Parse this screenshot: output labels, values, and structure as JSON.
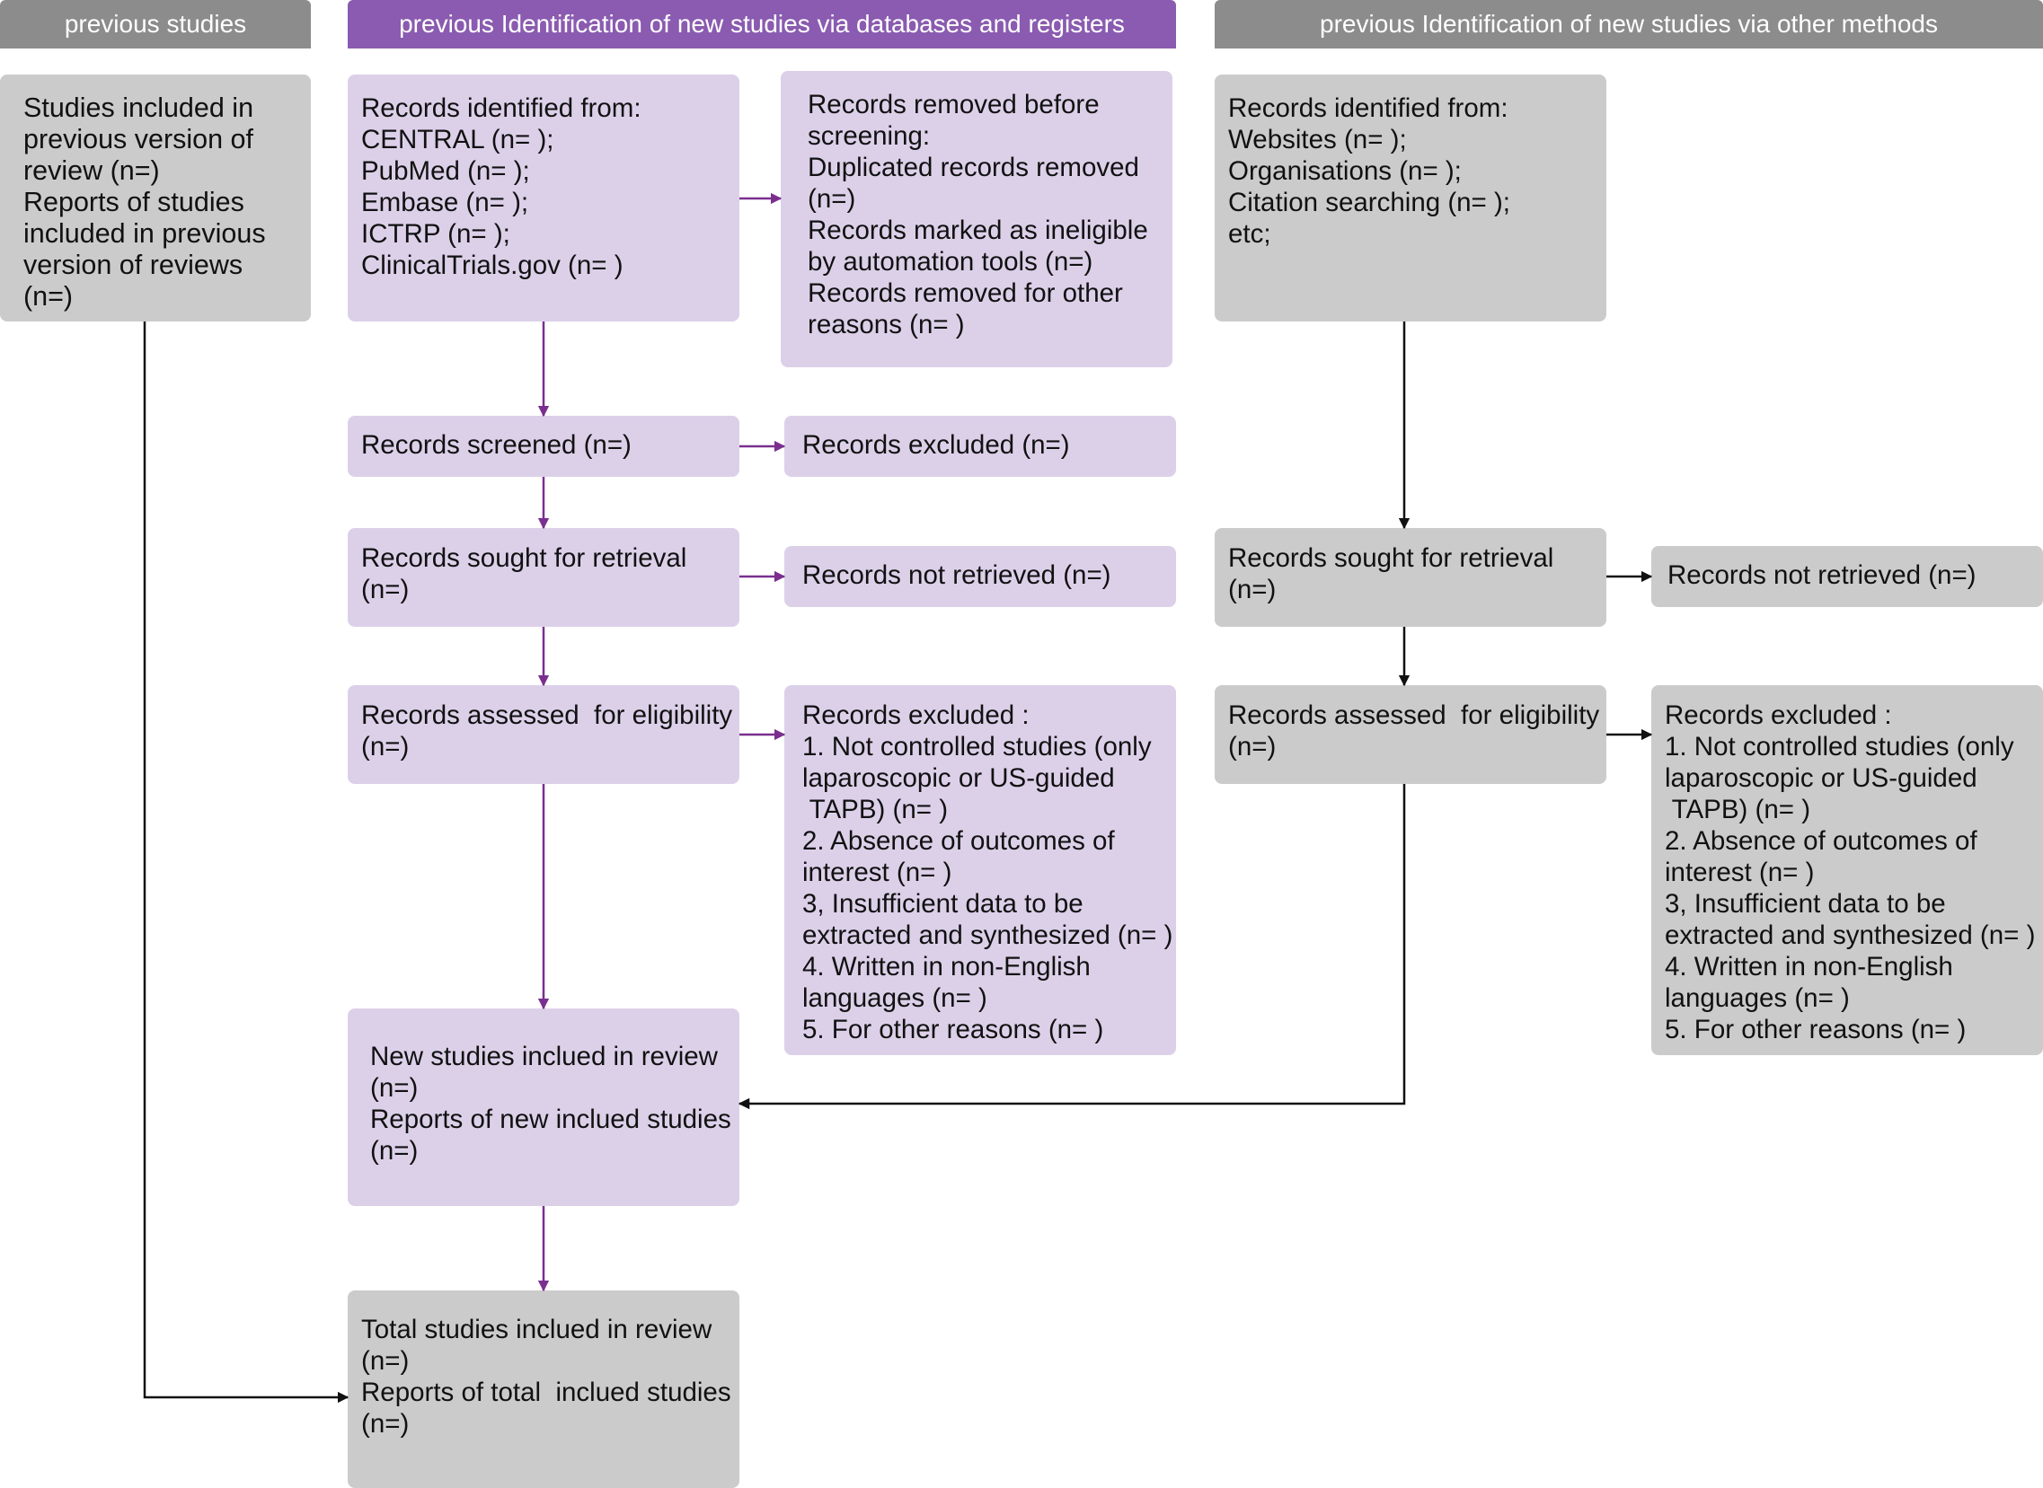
{
  "colors": {
    "header_grey": "#8c8c8c",
    "header_purple": "#8a5bb0",
    "box_purple": "#dcd0e9",
    "box_grey": "#cbcbcb",
    "arrow_purple": "#7a2f8f",
    "arrow_black": "#111111"
  },
  "headers": {
    "previous": "previous studies",
    "databases": "previous Identification of new studies via databases and registers",
    "other": "previous Identification of new studies via other methods"
  },
  "previous": {
    "included": [
      "Studies included in",
      "previous version of",
      "review (n=)",
      "Reports of studies",
      "included in previous",
      "version of reviews",
      "(n=)"
    ]
  },
  "databases": {
    "identified": [
      "Records identified from:",
      "CENTRAL (n= );",
      "PubMed (n= );",
      "Embase (n= );",
      "ICTRP (n= );",
      "ClinicalTrials.gov (n= )"
    ],
    "removed": [
      "Records removed before",
      "screening:",
      "Duplicated records removed",
      "(n=)",
      "Records marked as ineligible",
      "by automation tools (n=)",
      "Records removed for other",
      "reasons (n= )"
    ],
    "screened": [
      "Records screened (n=)"
    ],
    "excluded_screen": [
      "Records excluded (n=)"
    ],
    "sought": [
      "Records sought for retrieval",
      "(n=)"
    ],
    "not_retrieved": [
      "Records not retrieved (n=)"
    ],
    "assessed": [
      "Records assessed  for eligibility",
      "(n=)"
    ],
    "excluded_reasons": [
      "Records excluded :",
      "1. Not controlled studies (only",
      "laparoscopic or US-guided",
      " TAPB) (n= )",
      "2. Absence of outcomes of",
      "interest (n= )",
      "3, Insufficient data to be",
      "extracted and synthesized (n= )",
      "4. Written in non-English",
      "languages (n= )",
      "5. For other reasons (n= )"
    ],
    "new_included": [
      "New studies inclued in review",
      "(n=)",
      "Reports of new inclued studies",
      "(n=)"
    ],
    "total_included": [
      "Total studies inclued in review",
      "(n=)",
      "Reports of total  inclued studies",
      "(n=)"
    ]
  },
  "other": {
    "identified": [
      "Records identified from:",
      "Websites (n= );",
      "Organisations (n= );",
      "Citation searching (n= );",
      "etc;"
    ],
    "sought": [
      "Records sought for retrieval",
      "(n=)"
    ],
    "not_retrieved": [
      "Records not retrieved (n=)"
    ],
    "assessed": [
      "Records assessed  for eligibility",
      "(n=)"
    ],
    "excluded_reasons": [
      "Records excluded :",
      "1. Not controlled studies (only",
      "laparoscopic or US-guided",
      " TAPB) (n= )",
      "2. Absence of outcomes of",
      "interest (n= )",
      "3, Insufficient data to be",
      "extracted and synthesized (n= )",
      "4. Written in non-English",
      "languages (n= )",
      "5. For other reasons (n= )"
    ]
  }
}
